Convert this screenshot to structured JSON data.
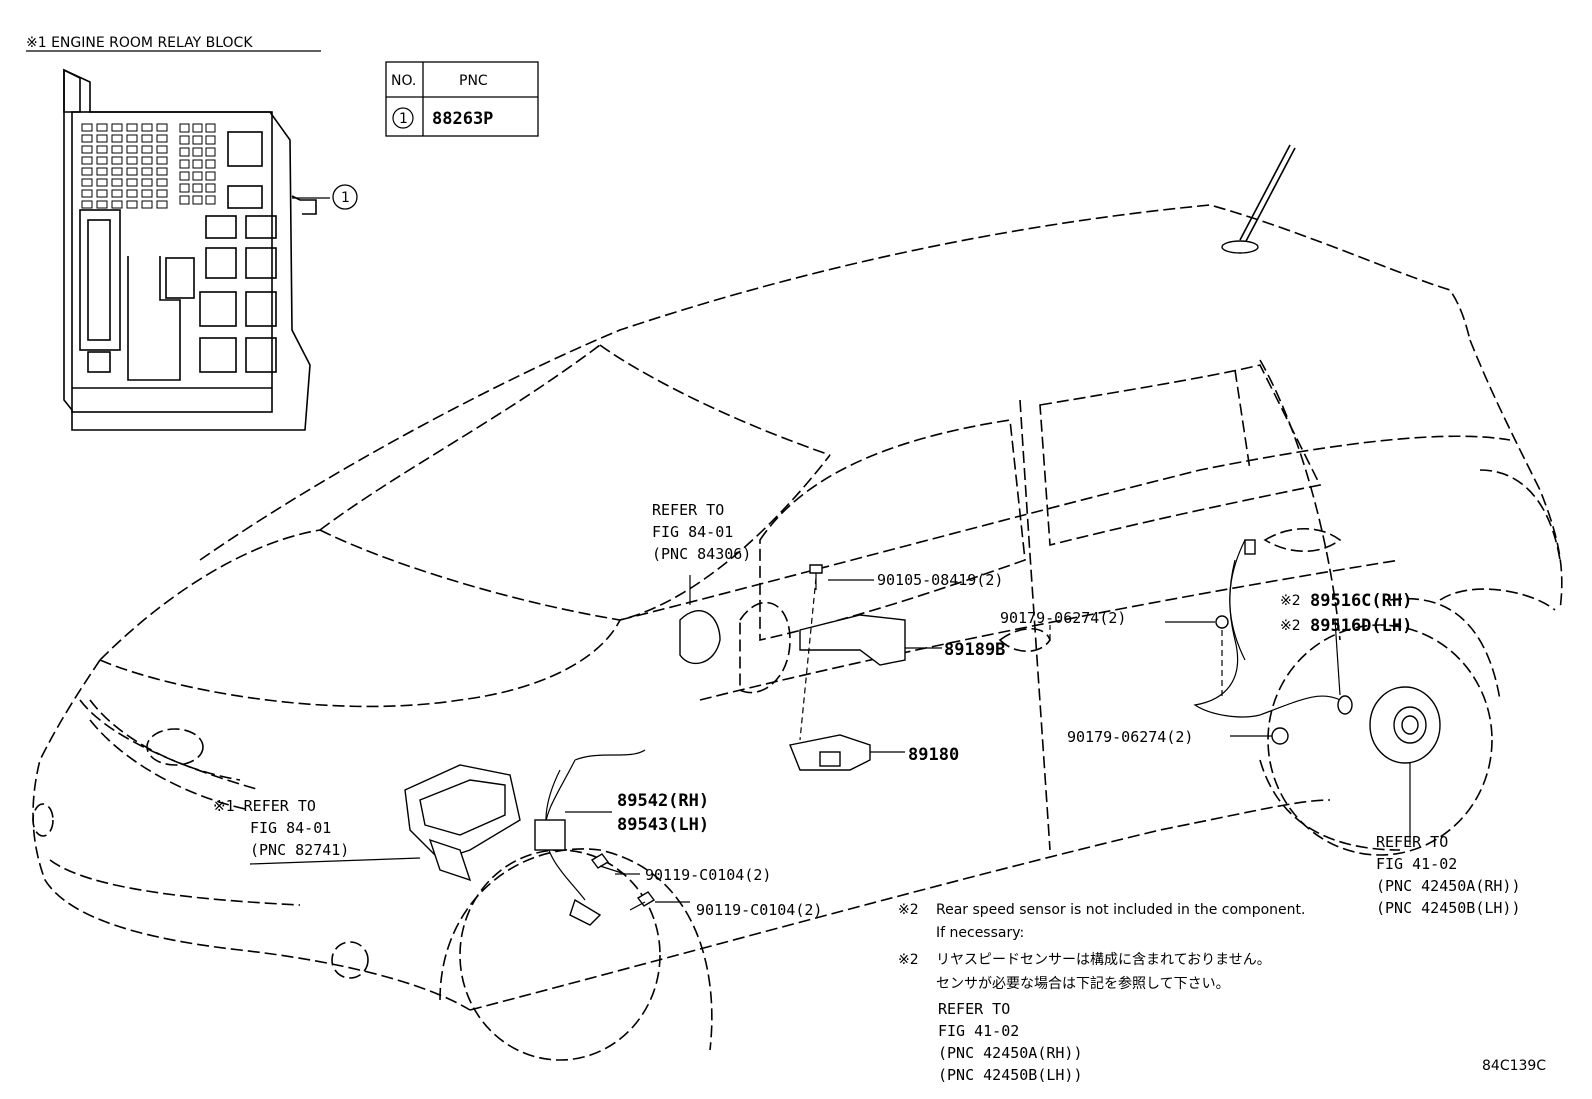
{
  "relay_block": {
    "title": "※1 ENGINE ROOM RELAY BLOCK",
    "callout": "1"
  },
  "pnc_table": {
    "headers": [
      "NO.",
      "PNC"
    ],
    "rows": [
      {
        "no": "1",
        "pnc": "88263P"
      }
    ]
  },
  "labels": {
    "refer_top_1": "REFER TO",
    "refer_top_2": "FIG 84-01",
    "refer_top_3": "(PNC 84306)",
    "p90105": "90105-08419(2)",
    "p90179_a": "90179-06274(2)",
    "p90179_b": "90179-06274(2)",
    "p89189b": "89189B",
    "p89180": "89180",
    "p89516c_mark": "※2",
    "p89516c": "89516C(RH)",
    "p89516d_mark": "※2",
    "p89516d": "89516D(LH)",
    "p89542": "89542(RH)",
    "p89543": "89543(LH)",
    "p90119_a": "90119-C0104(2)",
    "p90119_b": "90119-C0104(2)",
    "refer_left_1": "※1 REFER TO",
    "refer_left_2": "FIG 84-01",
    "refer_left_3": "(PNC 82741)",
    "refer_right_1": "REFER TO",
    "refer_right_2": "FIG 41-02",
    "refer_right_3": "(PNC 42450A(RH))",
    "refer_right_4": "(PNC 42450B(LH))"
  },
  "notes": {
    "en_mark": "※2",
    "en_1": "Rear speed sensor is not included in the component.",
    "en_2": "If necessary:",
    "jp_mark": "※2",
    "jp_1": "リヤスピードセンサーは構成に含まれておりません。",
    "jp_2": "センサが必要な場合は下記を参照して下さい。",
    "ref_1": "REFER TO",
    "ref_2": "FIG 41-02",
    "ref_3": "(PNC 42450A(RH))",
    "ref_4": "(PNC 42450B(LH))"
  },
  "figure_id": "84C139C"
}
